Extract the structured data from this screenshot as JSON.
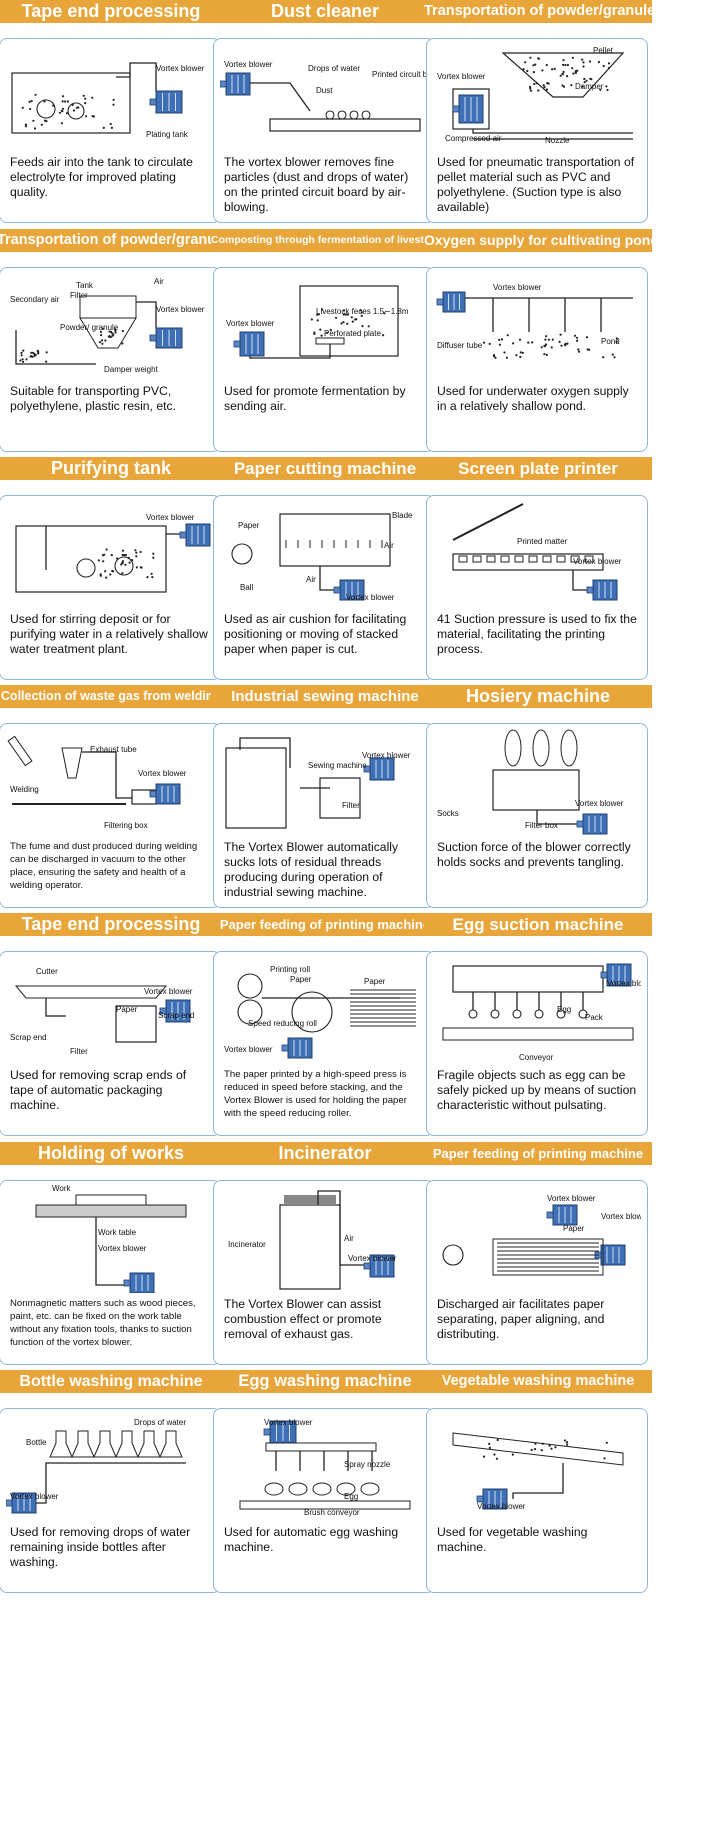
{
  "cells": [
    {
      "title": "Tape end processing",
      "title_size": 18,
      "desc": "Feeds air into the tank to circulate electrolyte for improved plating quality.",
      "small": false,
      "labels": [
        "Vortex blower",
        "Plating tank"
      ]
    },
    {
      "title": "Dust cleaner",
      "title_size": 18,
      "desc": "The vortex blower removes fine particles (dust and drops of water) on the printed circuit board by air-blowing.",
      "small": false,
      "labels": [
        "Vortex blower",
        "Drops of water",
        "Printed circuit board",
        "Dust"
      ]
    },
    {
      "title": "Transportation of powder/granule",
      "title_size": 14.5,
      "desc": "Used for pneumatic transportation of pellet material such as PVC and polyethylene. (Suction type is also available)",
      "small": false,
      "labels": [
        "Pellet",
        "Vortex blower",
        "Damper",
        "Compressed air",
        "Nozzle"
      ]
    },
    {
      "title": "Transportation of powder/granule",
      "title_size": 14.5,
      "desc": "Suitable for transporting PVC, polyethylene, plastic resin, etc.",
      "small": false,
      "labels": [
        "Secondary air",
        "Tank",
        "Filter",
        "Air",
        "Vortex blower",
        "Powder/ granule",
        "Damper weight"
      ]
    },
    {
      "title": "Composting through fermentation of livestock feces",
      "title_size": 10.5,
      "desc": "Used for promote fermentation by sending air.",
      "small": false,
      "labels": [
        "Vortex blower",
        "Livestock feces 1.5∼1.8m",
        "Perforated plate"
      ]
    },
    {
      "title": "Oxygen supply for cultivating pond",
      "title_size": 14,
      "desc": "Used for underwater oxygen supply in a relatively shallow pond.",
      "small": false,
      "labels": [
        "Vortex blower",
        "Diffuser tube",
        "Pond"
      ]
    },
    {
      "title": "Purifying tank",
      "title_size": 18,
      "desc": "Used for stirring deposit or for purifying water in a relatively shallow water treatment plant.",
      "small": false,
      "labels": [
        "Vortex blower"
      ]
    },
    {
      "title": "Paper cutting machine",
      "title_size": 17,
      "desc": "Used as air cushion for facilitating positioning or moving of stacked paper when paper is cut.",
      "small": false,
      "labels": [
        "Paper",
        "Blade",
        "Air",
        "Ball",
        "Air",
        "Vortex blower"
      ]
    },
    {
      "title": "Screen plate printer",
      "title_size": 17,
      "desc": "41 Suction pressure is used to fix the material, facilitating the printing process.",
      "small": false,
      "labels": [
        "Printed matter",
        "Vortex blower"
      ]
    },
    {
      "title": "Collection of waste gas from welding",
      "title_size": 12.5,
      "desc": "The fume and dust produced during welding can be discharged in vacuum to the other place, ensuring the safety and health of a welding operator.",
      "small": true,
      "labels": [
        "Exhaust tube",
        "Welding",
        "Vortex blower",
        "Filtering box"
      ]
    },
    {
      "title": "Industrial sewing machine",
      "title_size": 15,
      "desc": "The Vortex Blower automatically sucks lots of residual threads producing during operation of industrial sewing machine.",
      "small": false,
      "labels": [
        "Vortex blower",
        "Sewing machine",
        "Filter"
      ]
    },
    {
      "title": "Hosiery machine",
      "title_size": 18,
      "desc": "Suction force of the blower correctly holds socks and prevents tangling.",
      "small": false,
      "labels": [
        "Socks",
        "Vortex blower",
        "Filter box"
      ]
    },
    {
      "title": "Tape end processing",
      "title_size": 18,
      "desc": "Used for removing scrap ends of tape of automatic packaging machine.",
      "small": false,
      "labels": [
        "Cutter",
        "Vortex blower",
        "Paper",
        "Scrap end",
        "Filter",
        "Scrap end"
      ]
    },
    {
      "title": "Paper feeding of printing machine",
      "title_size": 13,
      "desc": "The paper printed by a high-speed press is reduced in speed before stacking, and the Vortex Blower is used for holding the paper with the speed reducing roller.",
      "small": true,
      "labels": [
        "Printing roll",
        "Paper",
        "Paper",
        "Speed reducing roll",
        "Vortex blower"
      ]
    },
    {
      "title": "Egg suction machine",
      "title_size": 17,
      "desc": "Fragile objects such as egg can be safely picked up by means of suction characteristic without pulsating.",
      "small": false,
      "labels": [
        "Vortex blower",
        "Egg",
        "Pack",
        "Conveyor"
      ]
    },
    {
      "title": "Holding of works",
      "title_size": 18,
      "desc": "Nonmagnetic matters such as wood pieces, paint, etc. can be fixed on the work table without any fixation tools, thanks to suction function of the vortex blower.",
      "small": true,
      "labels": [
        "Work",
        "Work table",
        "Vortex blower"
      ]
    },
    {
      "title": "Incinerator",
      "title_size": 18,
      "desc": "The Vortex Blower can assist combustion effect or promote removal of exhaust gas.",
      "small": false,
      "labels": [
        "Incinerator",
        "Air",
        "Vortex blower"
      ]
    },
    {
      "title": "Paper feeding of printing machine",
      "title_size": 13,
      "desc": "Discharged air facilitates paper separating, paper aligning, and distributing.",
      "small": false,
      "labels": [
        "Vortex blower",
        "Vortex blower",
        "Paper"
      ]
    },
    {
      "title": "Bottle washing machine",
      "title_size": 16,
      "desc": "Used for removing drops of water remaining inside bottles after washing.",
      "small": false,
      "labels": [
        "Drops of water",
        "Bottle",
        "Vortex blower"
      ]
    },
    {
      "title": "Egg washing machine",
      "title_size": 16.5,
      "desc": "Used for automatic egg washing machine.",
      "small": false,
      "labels": [
        "Vortex blower",
        "Spray nozzle",
        "Egg",
        "Brush conveyor"
      ]
    },
    {
      "title": "Vegetable washing machine",
      "title_size": 14.5,
      "desc": "Used for vegetable washing machine.",
      "small": false,
      "labels": [
        "Vortex blower"
      ]
    }
  ],
  "colors": {
    "banner": "#e8a53a",
    "card_border": "#8fb7d8",
    "blower": "#3f6fb5",
    "line": "#222222"
  }
}
